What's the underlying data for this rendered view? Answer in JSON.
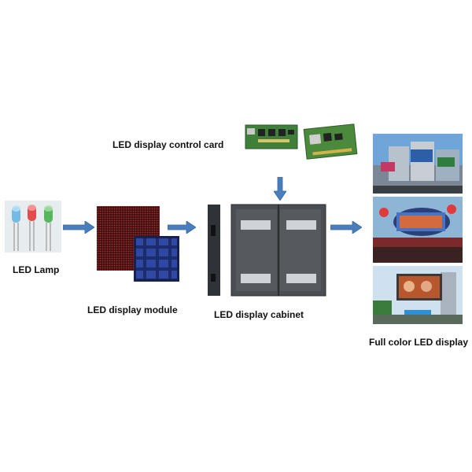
{
  "labels": {
    "lamp": "LED Lamp",
    "module": "LED display module",
    "control_card": "LED display control card",
    "cabinet": "LED display cabinet",
    "full_color": "Full color LED display"
  },
  "colors": {
    "arrow": "#4a7ebb",
    "arrow_stroke": "#3a6aa3",
    "lamp_blue": "#4aa3d8",
    "lamp_red": "#e23a3a",
    "lamp_green": "#45b04a",
    "pcb_green": "#3f7f3a",
    "module_red": "#8e1d1d",
    "module_blue": "#2a3d8a",
    "cabinet_gray": "#4a4d52"
  }
}
